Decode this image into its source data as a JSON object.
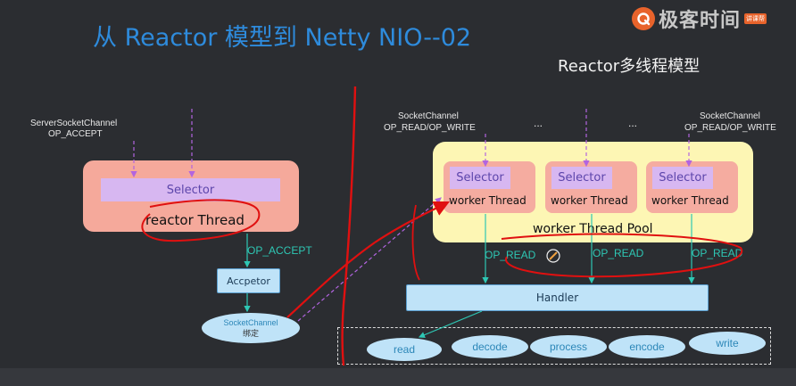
{
  "slide": {
    "title": "从 Reactor 模型到 Netty NIO--02",
    "subtitle": "Reactor多线程模型",
    "logo_text": "极客时间",
    "logo_badge": "讲课帮"
  },
  "left": {
    "input_label_line1": "ServerSocketChannel",
    "input_label_line2": "OP_ACCEPT",
    "selector": "Selector",
    "reactor_thread": "reactor Thread",
    "op_accept": "OP_ACCEPT",
    "acceptor": "Accpetor",
    "socket_channel": "SocketChannel",
    "bind": "绑定"
  },
  "right": {
    "input_left_line1": "SocketChannel",
    "input_left_line2": "OP_READ/OP_WRITE",
    "ellipsis_1": "...",
    "ellipsis_2": "...",
    "input_right_line1": "SocketChannel",
    "input_right_line2": "OP_READ/OP_WRITE",
    "workers": [
      {
        "selector": "Selector",
        "thread": "worker Thread"
      },
      {
        "selector": "Selector",
        "thread": "worker Thread"
      },
      {
        "selector": "Selector",
        "thread": "worker Thread"
      }
    ],
    "pool_label": "worker Thread Pool",
    "op_read_labels": [
      "OP_READ",
      "OP_READ",
      "OP_READ"
    ],
    "handler": "Handler",
    "steps": [
      "read",
      "decode",
      "process",
      "encode",
      "write"
    ]
  },
  "colors": {
    "background": "#2b2d31",
    "title": "#2e8bdc",
    "reactor_box": "#f5a99b",
    "selector": "#d7b7f1",
    "pool": "#fdf6b4",
    "node": "#bfe3f8",
    "teal_label": "#2ec7b4",
    "annotation_red": "#e01010",
    "dashed_arrow": "#b264e0"
  },
  "icons": {
    "logo": "geek-time-logo-icon",
    "cursor": "pen-cursor-icon"
  }
}
